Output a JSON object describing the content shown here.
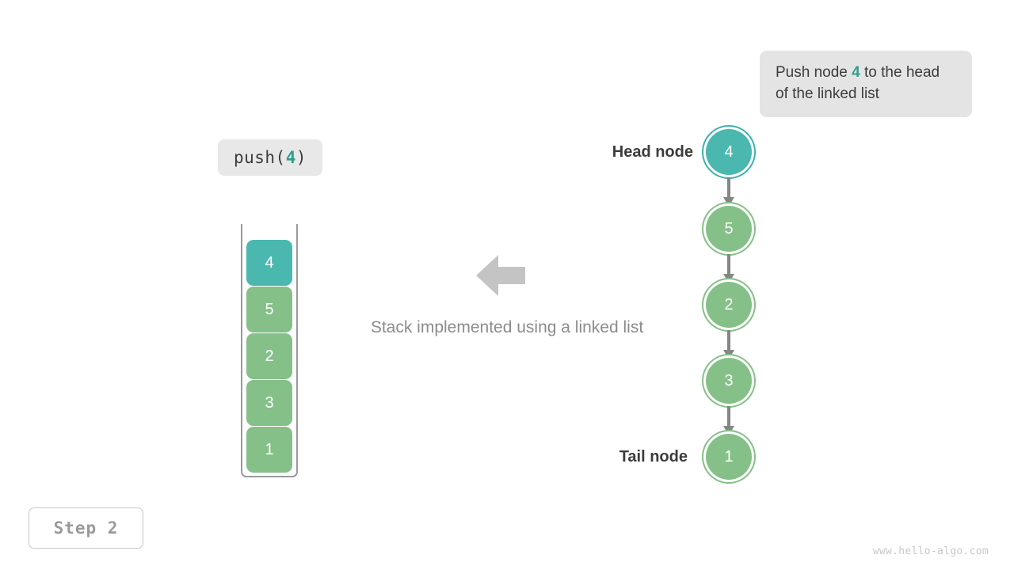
{
  "callout": {
    "text_before": "Push node ",
    "accent": "4",
    "text_after": " to the head of the linked list"
  },
  "operation_label": {
    "prefix": "push(",
    "accent": "4",
    "suffix": ")"
  },
  "stack": {
    "caption": "Stack implemented using a linked list",
    "arrow_icon": "arrow-left-icon",
    "cells": [
      {
        "value": "4",
        "color": "#4bb8b0",
        "style": "teal"
      },
      {
        "value": "5",
        "color": "#85c088",
        "style": "green"
      },
      {
        "value": "2",
        "color": "#85c088",
        "style": "green"
      },
      {
        "value": "3",
        "color": "#85c088",
        "style": "green"
      },
      {
        "value": "1",
        "color": "#85c088",
        "style": "green"
      }
    ]
  },
  "linked_list": {
    "head_label": "Head node",
    "tail_label": "Tail node",
    "nodes": [
      {
        "value": "4",
        "color": "#4bb8b0",
        "style": "teal"
      },
      {
        "value": "5",
        "color": "#85c088",
        "style": "green"
      },
      {
        "value": "2",
        "color": "#85c088",
        "style": "green"
      },
      {
        "value": "3",
        "color": "#85c088",
        "style": "green"
      },
      {
        "value": "1",
        "color": "#85c088",
        "style": "green"
      }
    ]
  },
  "step_badge": "Step 2",
  "watermark": "www.hello-algo.com",
  "colors": {
    "accent_teal": "#2f9e8f",
    "node_teal": "#4bb8b0",
    "node_green": "#85c088",
    "gray_text": "#8c8c8c",
    "dark_text": "#3c3c3c",
    "callout_bg": "#e4e4e4",
    "label_bg": "#e8e8e8",
    "arrow_gray": "#868686",
    "frame_gray": "#9a9a9a"
  }
}
